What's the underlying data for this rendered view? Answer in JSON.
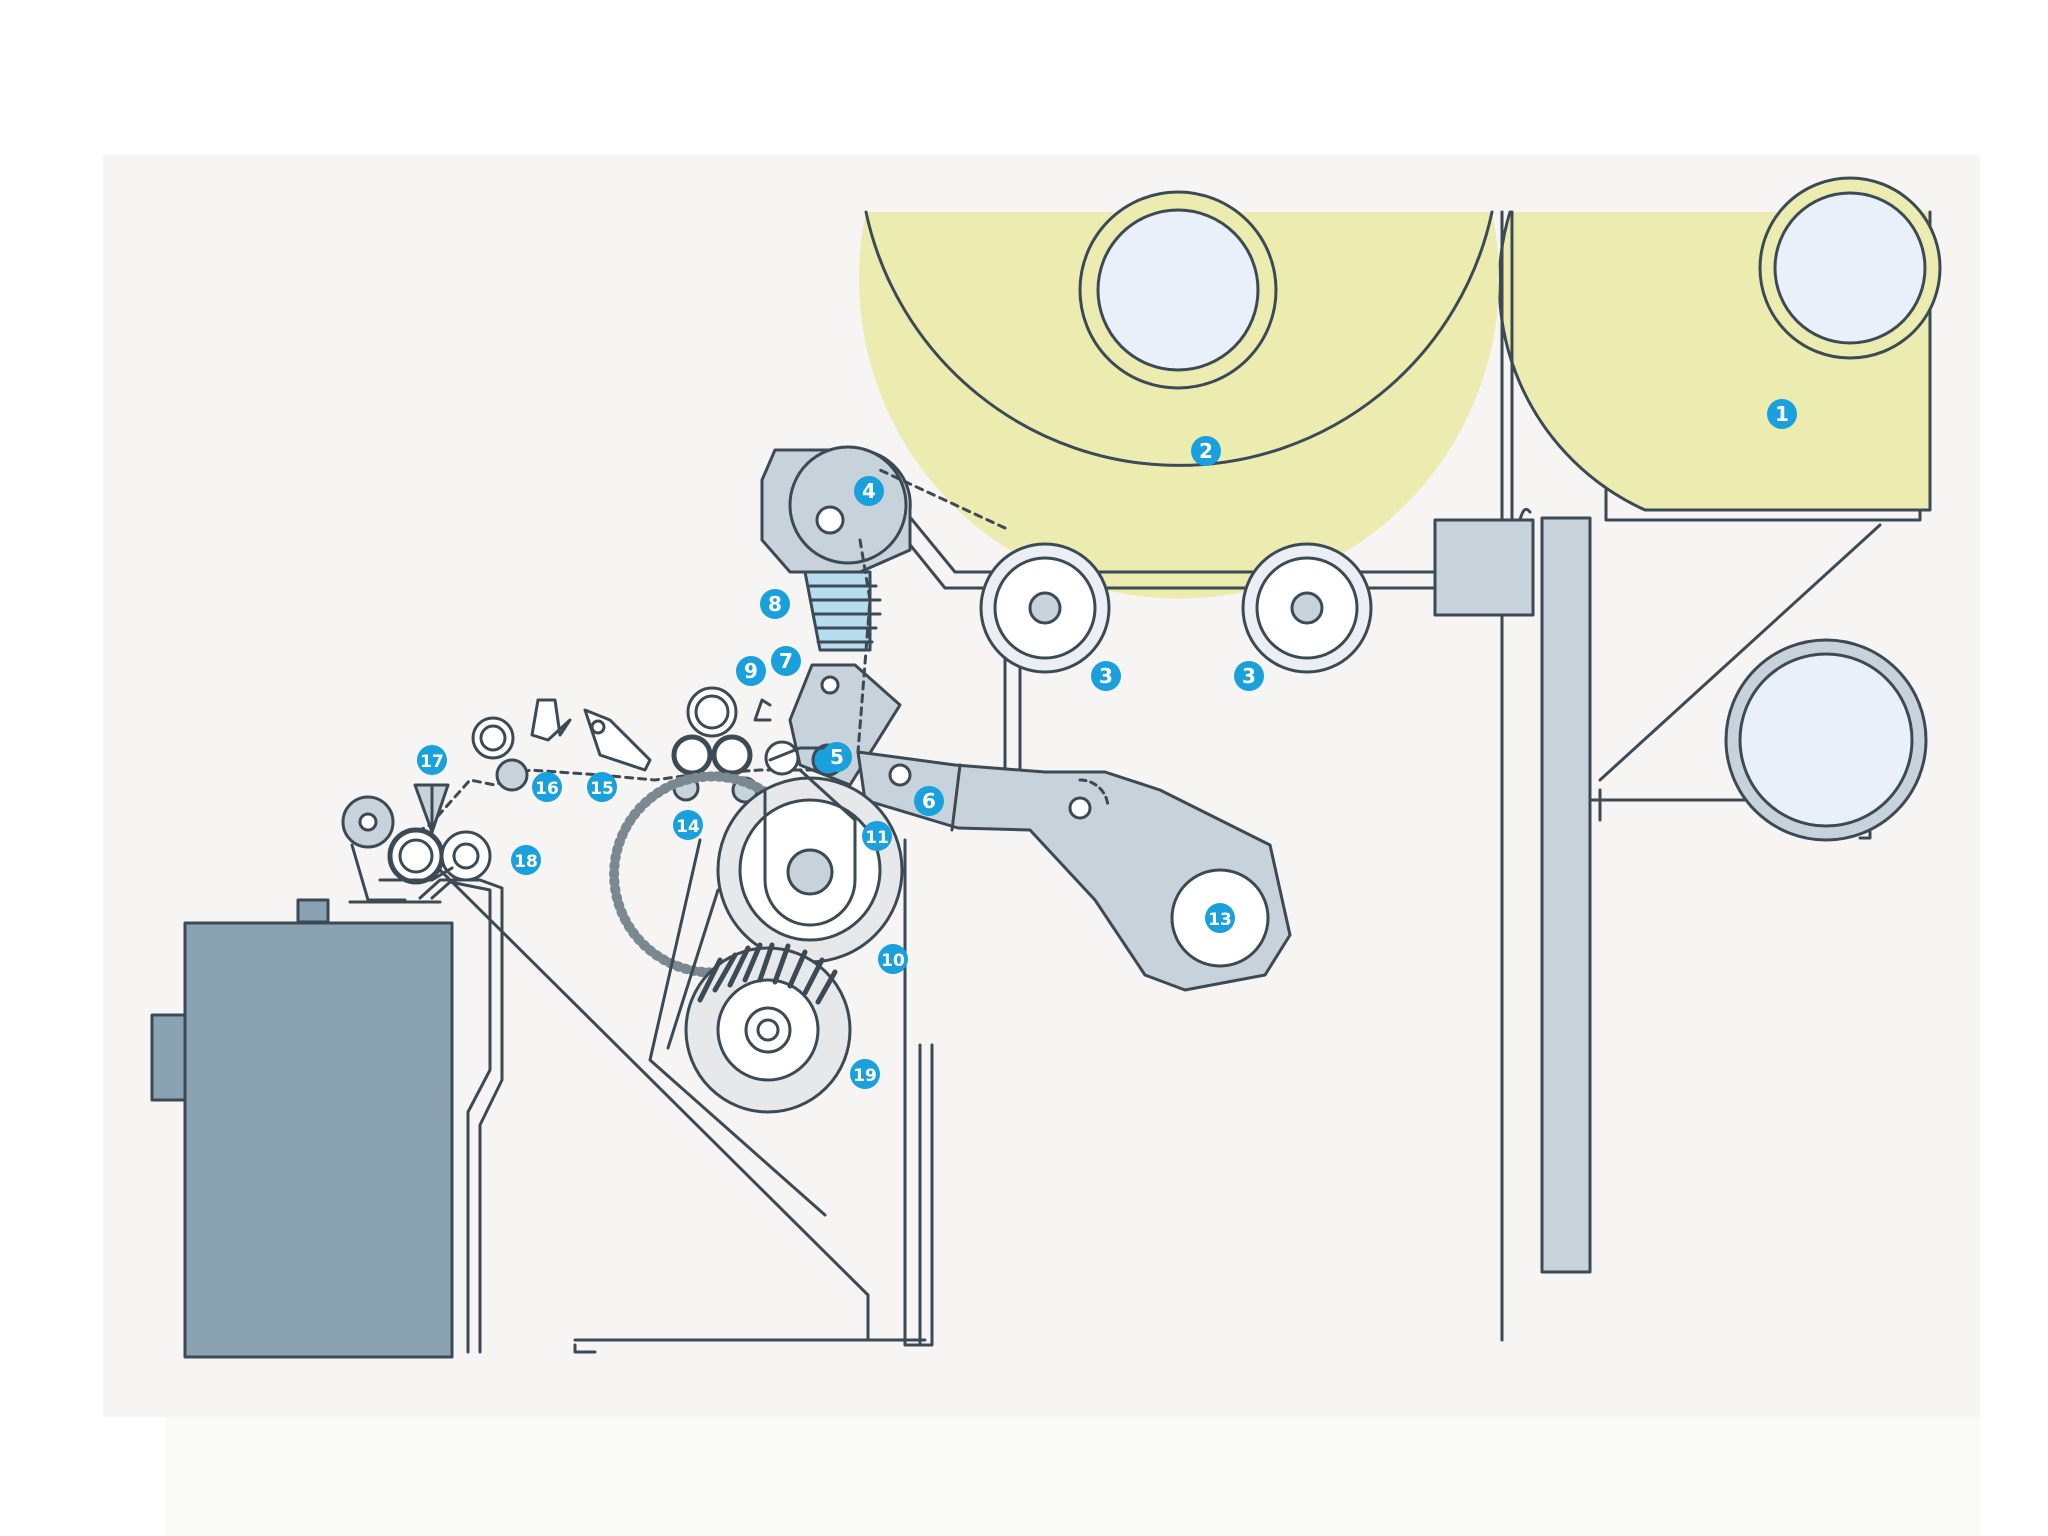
{
  "colors": {
    "page_background": "#ffffff",
    "panel_background": "#f6f5f3",
    "outline": "#3c4a55",
    "bobbin_fill": "#ecebb0",
    "bobbin_core": "#e9f0f9",
    "roller_fill": "#ebeef2",
    "component_fill": "#c8d2da",
    "motor_fill": "#8aa2b2",
    "accent_blue": "#b6dcee",
    "callout_fill": "#1aa0dc",
    "callout_text": "#ffffff"
  },
  "callouts": [
    {
      "id": "label-1",
      "text": "1"
    },
    {
      "id": "label-2",
      "text": "2"
    },
    {
      "id": "label-3a",
      "text": "3"
    },
    {
      "id": "label-3b",
      "text": "3"
    },
    {
      "id": "label-4",
      "text": "4"
    },
    {
      "id": "label-5",
      "text": "5"
    },
    {
      "id": "label-6",
      "text": "6"
    },
    {
      "id": "label-7",
      "text": "7"
    },
    {
      "id": "label-8",
      "text": "8"
    },
    {
      "id": "label-9",
      "text": "9"
    },
    {
      "id": "label-10",
      "text": "10"
    },
    {
      "id": "label-11",
      "text": "11"
    },
    {
      "id": "label-13",
      "text": "13"
    },
    {
      "id": "label-14",
      "text": "14"
    },
    {
      "id": "label-15",
      "text": "15"
    },
    {
      "id": "label-16",
      "text": "16"
    },
    {
      "id": "label-17",
      "text": "17"
    },
    {
      "id": "label-18",
      "text": "18"
    },
    {
      "id": "label-19",
      "text": "19"
    }
  ]
}
